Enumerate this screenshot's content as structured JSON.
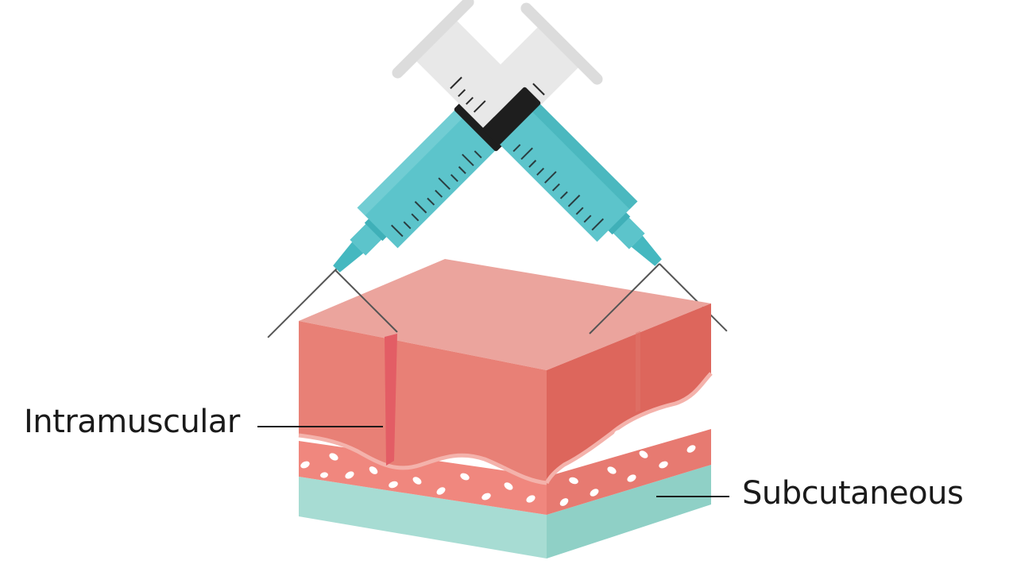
{
  "labels": {
    "intramuscular": "Intramuscular",
    "subcutaneous": "Subcutaneous"
  },
  "icons": {
    "left_syringe": "syringe-icon",
    "right_syringe": "syringe-icon",
    "tissue_block": "skin-tissue-block"
  },
  "colors": {
    "muscle_top": "#eba49d",
    "muscle_front": "#e88076",
    "muscle_side": "#dd665c",
    "fat": "#f0877e",
    "base_front": "#a7dcd3",
    "base_side": "#8fd0c6",
    "syringe_fluid": "#5cc4cb",
    "syringe_fluid_dark": "#3fb0b8",
    "syringe_barrel": "#e8e8e8",
    "plunger_seal": "#1e1e1e",
    "needle": "#555555",
    "text": "#1a1a1a"
  }
}
